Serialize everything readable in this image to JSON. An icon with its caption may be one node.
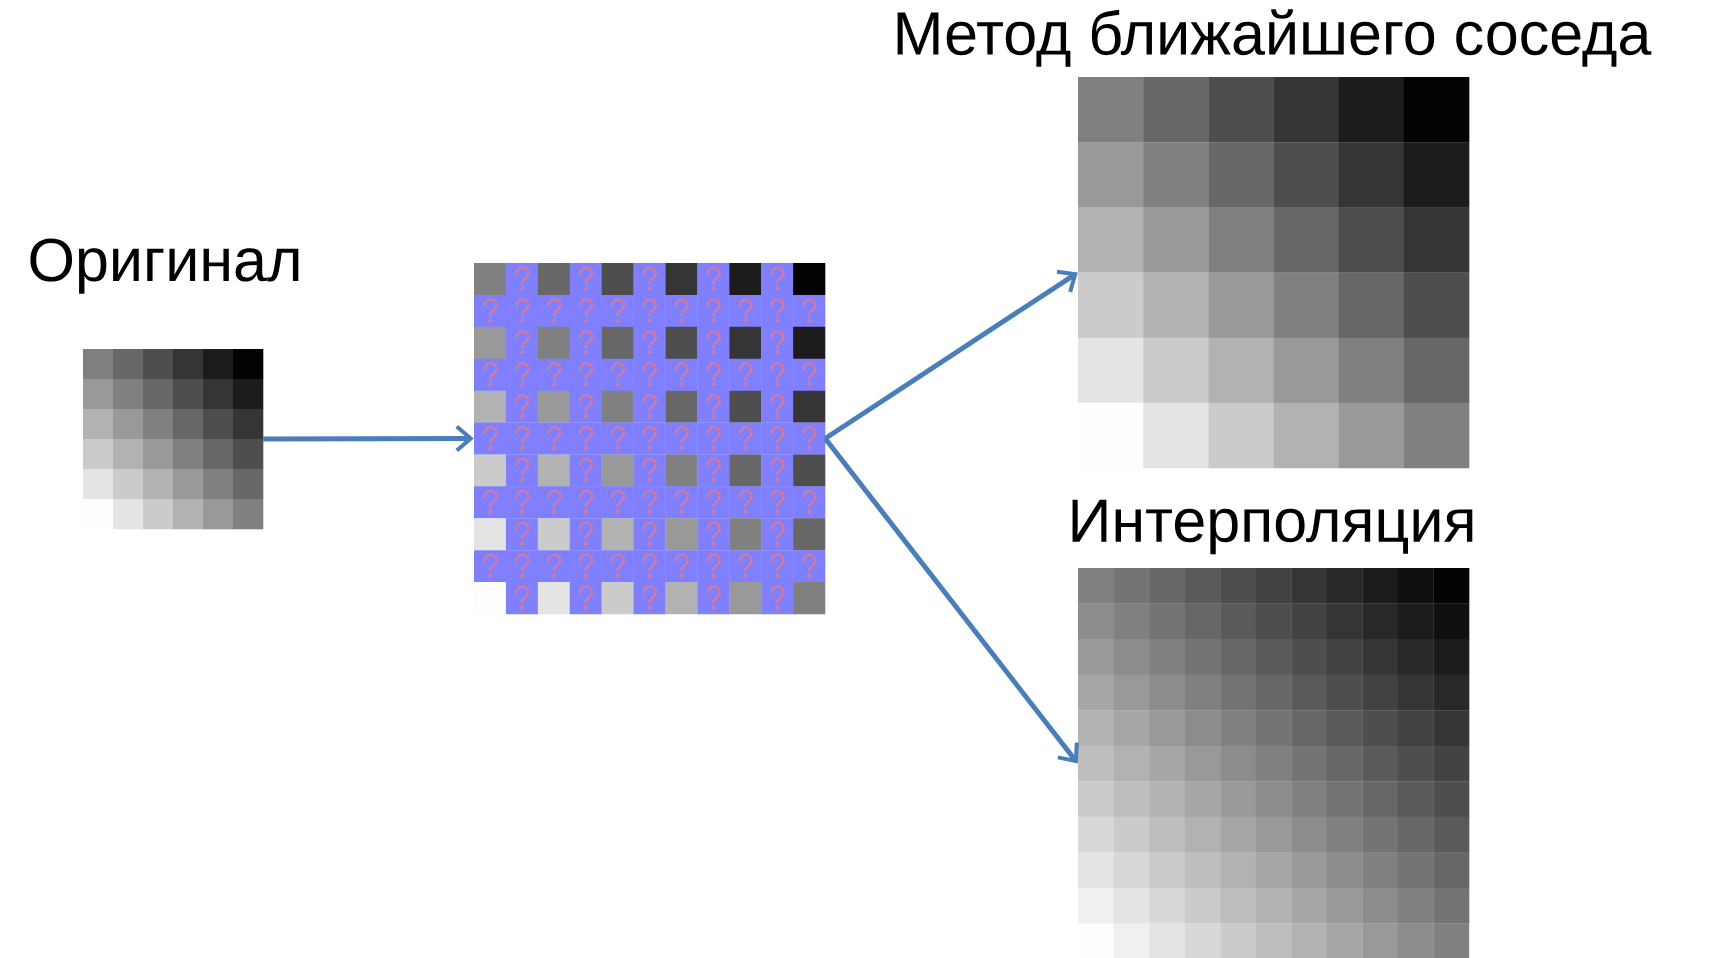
{
  "diagram": {
    "nodes": [
      {
        "text": [
          "Оригинал"
        ]
      },
      {
        "text": [],
        "shape": "picture"
      },
      {
        "text": [
          "Метод ближайшего соседа"
        ]
      },
      {
        "text": [
          "Интерполяция"
        ]
      }
    ],
    "edges": [
      {
        "from": 0,
        "to": 1,
        "arrow": "to"
      },
      {
        "from": 1,
        "to": 2,
        "arrow": "to"
      },
      {
        "from": 1,
        "to": 3,
        "arrow": "to"
      }
    ]
  }
}
